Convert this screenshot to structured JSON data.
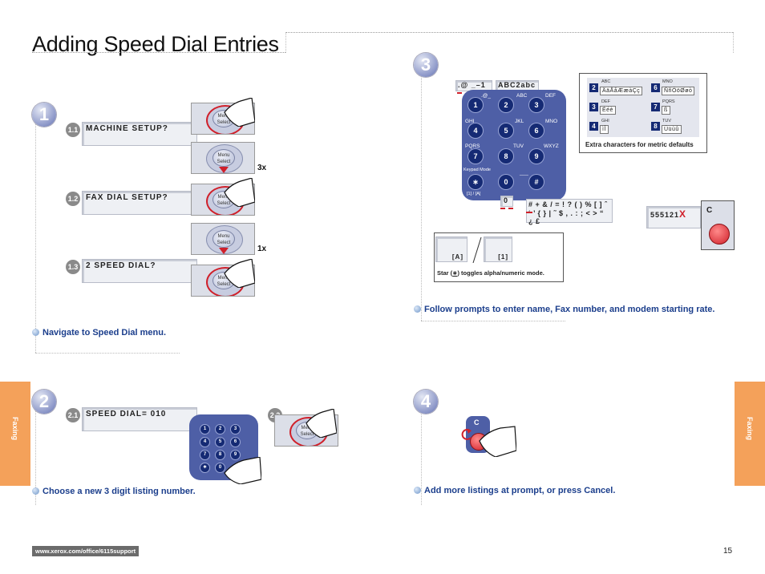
{
  "page": {
    "title": "Adding Speed Dial Entries",
    "side_tab": "Faxing",
    "url": "www.xerox.com/office/6115support",
    "page_number": "15"
  },
  "step1": {
    "number": "1",
    "sub1": {
      "badge": "1.1",
      "display": "MACHINE SETUP?"
    },
    "sub2": {
      "badge": "1.2",
      "display": "FAX DIAL SETUP?"
    },
    "sub3": {
      "badge": "1.3",
      "display": "2 SPEED DIAL?"
    },
    "repeat1": "3x",
    "repeat2": "1x",
    "button_line1": "Menu",
    "button_line2": "Select",
    "caption": "Navigate to Speed Dial menu."
  },
  "step2": {
    "number": "2",
    "sub1": {
      "badge": "2.1",
      "display": "SPEED DIAL= 010"
    },
    "sub2": {
      "badge": "2.2"
    },
    "caption": "Choose a new 3 digit listing number."
  },
  "step3": {
    "number": "3",
    "display_symbols": ".@ _–1",
    "display_letters": "ABC2abc",
    "keypad": {
      "keys": [
        "1",
        "2",
        "3",
        "4",
        "5",
        "6",
        "7",
        "8",
        "9",
        "∗",
        "0",
        "#"
      ],
      "labels": [
        ".@_",
        "ABC",
        "DEF",
        "GHI",
        "JKL",
        "MNO",
        "PQRS",
        "TUV",
        "WXYZ"
      ],
      "keypad_mode": "Keypad Mode",
      "mode_hint": "[1] / [A]",
      "space_hint": "___"
    },
    "zero_display": "0",
    "symbols_line1": "# + & / = ! ? ( ) % [ ] ˆ",
    "symbols_line2": "‘ ’ { } | ˜ $ , . : ; < > “ ¿ £",
    "alpha_display": "[A]",
    "numeric_display": "[1]",
    "star_note_prefix": "Star (",
    "star_symbol": "∗",
    "star_note_suffix": ") toggles alpha/numeric mode.",
    "extra_title": "Extra characters for metric defaults",
    "extra": [
      {
        "key": "2",
        "label": "ABC",
        "chars": "ÄäÅåÆæàÇç"
      },
      {
        "key": "6",
        "label": "MNO",
        "chars": "ÑñÖöØøò"
      },
      {
        "key": "3",
        "label": "DEF",
        "chars": "Ééè"
      },
      {
        "key": "7",
        "label": "PQRS",
        "chars": "ß"
      },
      {
        "key": "4",
        "label": "GHI",
        "chars": "ìÎ"
      },
      {
        "key": "8",
        "label": "TUV",
        "chars": "Üüùû"
      }
    ],
    "entry_display": "555121",
    "clear_x": "X",
    "clear_label": "C",
    "caption": "Follow prompts to enter name, Fax number, and modem starting rate."
  },
  "step4": {
    "number": "4",
    "cancel_label": "C",
    "caption": "Add more listings at prompt, or press Cancel."
  }
}
